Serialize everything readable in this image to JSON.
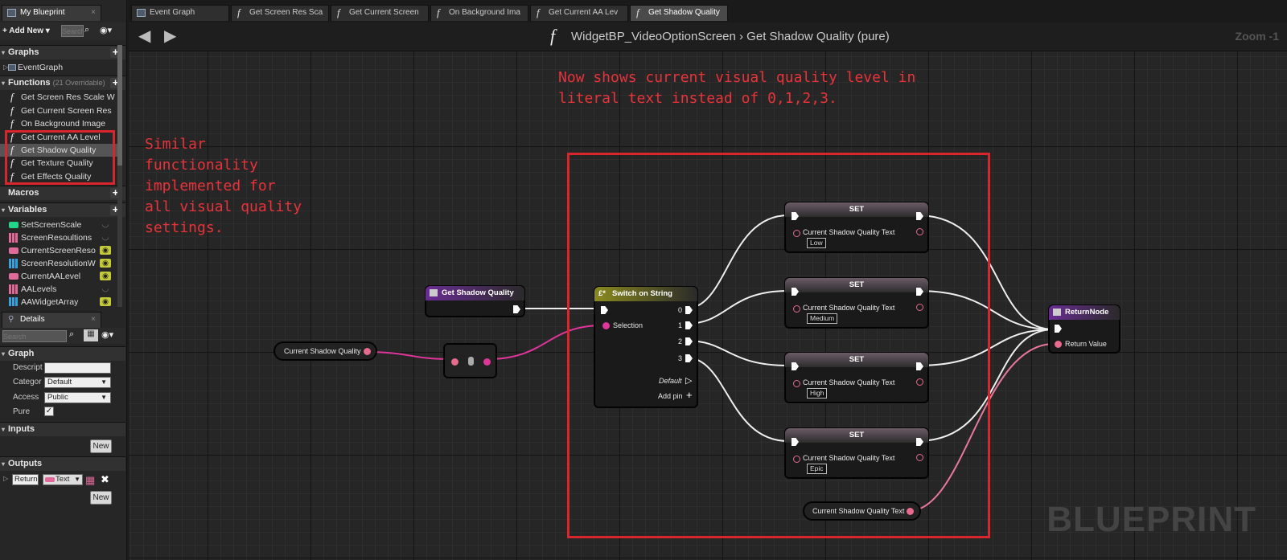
{
  "tabs": [
    "My Blueprint",
    "Event Graph",
    "Get Screen Res Sca",
    "Get Current Screen",
    "On Background Ima",
    "Get Current AA Lev",
    "Get Shadow Quality"
  ],
  "toolbar": {
    "add_new": "Add New",
    "search_placeholder": "Search"
  },
  "panel": {
    "graphs_header": "Graphs",
    "event_graph": "EventGraph",
    "functions_header": "Functions",
    "functions_count": "(21 Overridable)",
    "functions": [
      "Get Screen Res Scale W",
      "Get Current Screen Res",
      "On Background Image",
      "Get Current AA Level",
      "Get Shadow Quality",
      "Get Texture Quality",
      "Get Effects Quality"
    ],
    "macros_header": "Macros",
    "variables_header": "Variables",
    "variables": [
      "SetScreenScale",
      "ScreenResoultions",
      "CurrentScreenReso",
      "ScreenResolutionW",
      "CurrentAALevel",
      "AALevels",
      "AAWidgetArray"
    ]
  },
  "details": {
    "title": "Details",
    "search_placeholder": "Search",
    "graph_header": "Graph",
    "desc_label": "Descript",
    "category_label": "Categor",
    "category_value": "Default",
    "access_label": "Access",
    "access_value": "Public",
    "pure_label": "Pure",
    "inputs_header": "Inputs",
    "new_label": "New",
    "outputs_header": "Outputs",
    "return_label": "Return",
    "return_type": "Text"
  },
  "titlebar": {
    "crumb": "WidgetBP_VideoOptionScreen  ›  Get Shadow Quality (pure)",
    "zoom": "Zoom -1"
  },
  "annotations": {
    "left": [
      "Similar",
      "functionality",
      "implemented for",
      "all visual quality",
      "settings."
    ],
    "top": [
      "Now shows current visual quality level in",
      "literal text instead of 0,1,2,3."
    ]
  },
  "nodes": {
    "get_shadow": "Get Shadow Quality",
    "current_shadow_quality": "Current Shadow Quality",
    "switch": "Switch on String",
    "selection": "Selection",
    "outs": [
      "0",
      "1",
      "2",
      "3"
    ],
    "default": "Default",
    "add_pin": "Add pin",
    "set": "SET",
    "set_var": "Current Shadow Quality Text",
    "set_values": [
      "Low",
      "Medium",
      "High",
      "Epic"
    ],
    "cur_text": "Current Shadow Quality Text",
    "return_node": "ReturnNode",
    "return_value": "Return Value"
  },
  "watermark": "BLUEPRINT"
}
